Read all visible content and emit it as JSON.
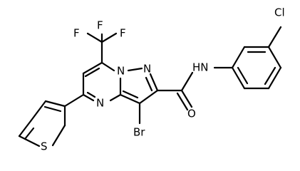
{
  "structure": {
    "atoms": {
      "f1": "F",
      "f2": "F",
      "f3": "F",
      "cl": "Cl",
      "nh": "HN",
      "n_bridge": "N",
      "n_pyrazole": "N",
      "n_pyrimidine": "N",
      "o": "O",
      "s": "S",
      "br": "Br"
    }
  }
}
